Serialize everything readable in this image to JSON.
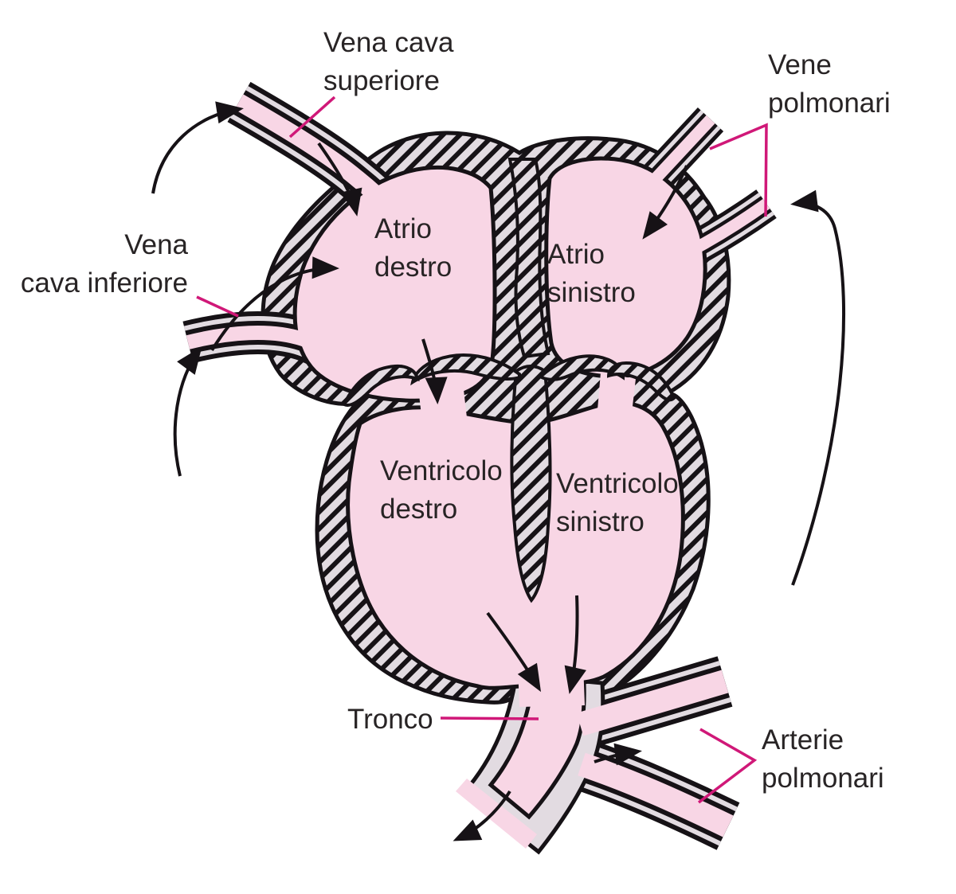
{
  "diagram": {
    "labels": {
      "vena_cava_superiore": "Vena cava\nsuperiore",
      "vene_polmonari": "Vene\npolmonari",
      "vena_cava_inferiore": "Vena\ncava inferiore",
      "atrio_destro": "Atrio\ndestro",
      "atrio_sinistro": "Atrio\nsinistro",
      "ventricolo_destro": "Ventricolo\ndestro",
      "ventricolo_sinistro": "Ventricolo\nsinistro",
      "tronco": "Tronco",
      "arterie_polmonari": "Arterie\npolmonari"
    },
    "colors": {
      "chamber_pink": "#f8d6e5",
      "vessel_wall_gray": "#e2dbe1",
      "outline_black": "#161216",
      "leader_magenta": "#d01878",
      "text": "#282425",
      "background": "#ffffff"
    }
  }
}
